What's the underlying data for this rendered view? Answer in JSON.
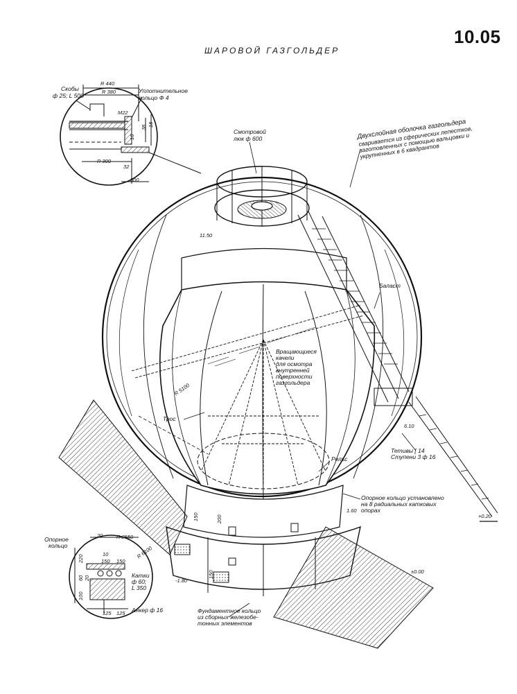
{
  "sheet": {
    "number": "10.05",
    "title": "ШАРОВОЙ ГАЗГОЛЬДЕР"
  },
  "detail_top": {
    "skoby": "Скобы",
    "skoby_size": "ф 25; L 500",
    "seal_ring_1": "Уплотнительное",
    "seal_ring_2": "кольцо Ф 4",
    "r440": "R 440",
    "r380": "R 380",
    "m22": "M22",
    "r300": "R 300",
    "d32": "32",
    "d300": "300",
    "d16": "16",
    "d38": "38",
    "d18": "18"
  },
  "main": {
    "hatch_1": "Смотровой",
    "hatch_2": "люк ф 600",
    "shell_1": "Двухслойная оболочка газгольдера",
    "shell_2": "сваривается из сферических лепестков,",
    "shell_3": "заготовленных с помощью вальцовки и",
    "shell_4": "укрупненных в 6 квадрантов",
    "elev_top": "11.50",
    "ballast": "Баласт",
    "swing_1": "Вращающиеся",
    "swing_2": "качели",
    "swing_3": "для осмотра",
    "swing_4": "внутренней",
    "swing_5": "поверхности",
    "swing_6": "газгольдера",
    "radius": "R 5100",
    "cable": "Трос",
    "rail": "Рельс",
    "elev_stair": "6.10",
    "stair_1": "Тетивы [ 14",
    "stair_2": "Ступени 3 ф 16",
    "support_ring_1": "Опорное кольцо установлено",
    "support_ring_2": "на 8 радиальных катковых",
    "support_ring_3": "опорах",
    "elev_160": "1.60",
    "elev_020": "+0.20",
    "elev_000": "±0.00",
    "elev_minus": "-1.80",
    "d150_a": "150",
    "d200": "200",
    "d150_b": "150",
    "foundation_1": "Фундаментное кольцо",
    "foundation_2": "из сборных железобе-",
    "foundation_3": "тонных элементов"
  },
  "detail_bottom": {
    "ring_1": "Опорное",
    "ring_2": "кольцо",
    "r2550": "R 2550",
    "r6100": "R 6100",
    "rollers_1": "Катки",
    "rollers_2": "ф 60;",
    "rollers_3": "L 350",
    "anchor": "Анкер ф 16",
    "d20": "20",
    "d10": "10",
    "d150a": "150",
    "d150b": "150",
    "d220": "220",
    "d60": "60",
    "d20b": "20",
    "d100": "100",
    "d125a": "125",
    "d125b": "125"
  }
}
